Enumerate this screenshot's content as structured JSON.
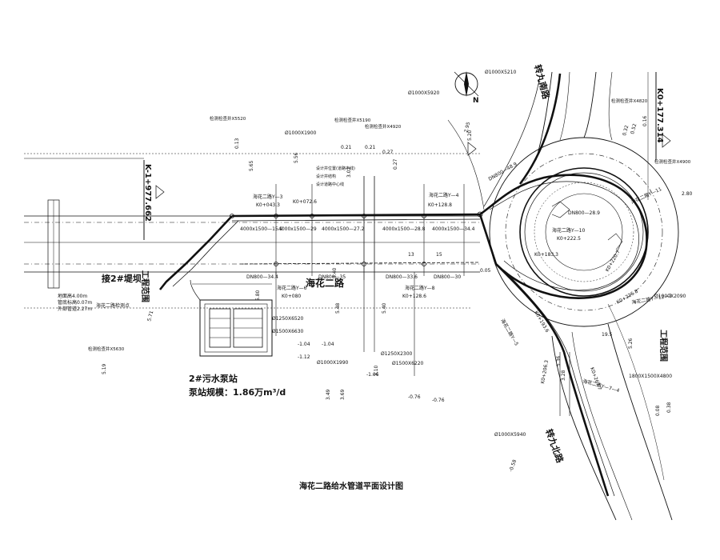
{
  "drawing": {
    "title": "海花二路给水管道平面设计图",
    "roads": {
      "haihua2": "海花二路",
      "zhuanjiu_south": "转九南路",
      "zhuanjiu_north": "转九北路"
    },
    "stations": {
      "k_left": "K-1+977.662",
      "k_right": "K0+177.314"
    },
    "bank": "接2#堤坝",
    "scope": "工程范围",
    "pump_station": {
      "name": "2#污水泵站",
      "capacity": "泵站规模：1.86万m³/d"
    },
    "left_notes": {
      "line1": "地面高4.00m",
      "line2": "管底标高0.07m",
      "line3": "外部管道2.27m",
      "line4": "海花二路检测点"
    },
    "legend_notes": {
      "line1": "设计井位置(道路中线)",
      "line2": "设计井结构",
      "line3": "设计道路中心线"
    },
    "pipes": {
      "p1": "4000x1500—15.9",
      "p2": "4000x1500—29",
      "p3": "4000x1500—27.2",
      "p4": "4000x1500—28.8",
      "p5": "4000x1500—34.4",
      "d1": "DN800—34.4",
      "d2": "DN800—35",
      "d3": "DN800—33.6",
      "d4": "DN800—30",
      "b1": "DN800—48.9",
      "b2": "DN800—28.9"
    },
    "culverts": {
      "c1": "Ø1000X1900",
      "c2": "Ø1000X5210",
      "c3": "Ø1000X5920",
      "c4": "Ø1250X6520",
      "c5": "Ø1500X6630",
      "c6": "Ø1000X1990",
      "c7": "Ø1250X2300",
      "c8": "Ø1500X6220",
      "c9": "Ø1000X2090",
      "c10": "Ø1000X5940",
      "c11": "1800X1500X4800"
    },
    "chainages": {
      "k1": "K0+043.3",
      "k2": "K0+072.6",
      "k3": "K0+128.8",
      "k4": "K0+080",
      "k5": "K0+128.6",
      "k6": "K0+222.5",
      "k7": "K0+183.3",
      "k8": "K0+220.7",
      "k9": "K0+226.8",
      "k10": "K0+193.6",
      "k11": "K0+267.7",
      "k12": "K0+206.3"
    },
    "manholes": {
      "m1": "海花二路Y—3",
      "m2": "海花二路Y—4",
      "m3": "海花二路Y—6",
      "m4": "海花二路Y—8",
      "m5": "海花二路Y—10",
      "m6": "海花二路Y—11",
      "m7": "海花二路Y—12—2",
      "m8": "海花二路Y—7—4",
      "m9": "海花二路Y—5"
    },
    "inspect": {
      "i1": "检测检查井X5520",
      "i2": "检测检查井X5190",
      "i3": "检测检查井X4920",
      "i4": "检测检查井X4820",
      "i5": "检测检查井X4900",
      "i6": "检测检查井X5630"
    },
    "elevations": {
      "e1": "-1.04",
      "e2": "-1.04",
      "e3": "-1.12",
      "e4": "-1.06",
      "e5": "-0.76",
      "e6": "-0.76",
      "e7": "-0.58"
    },
    "dims": [
      "0.13",
      "5.65",
      "5.56",
      "0.21",
      "0.21",
      "3.02",
      "0.27",
      "0.27",
      "0.32",
      "0.52",
      "5.20",
      "2.80",
      "2.95",
      "5.71",
      "5.80",
      "5.40",
      "5.48",
      "3.49",
      "3.10",
      "3.69",
      "3.40",
      "3.28",
      "5.36",
      "5.26",
      "5.19",
      "0.08",
      "0.38",
      "0.16",
      "0.05",
      "19.5",
      "15",
      "13"
    ]
  }
}
